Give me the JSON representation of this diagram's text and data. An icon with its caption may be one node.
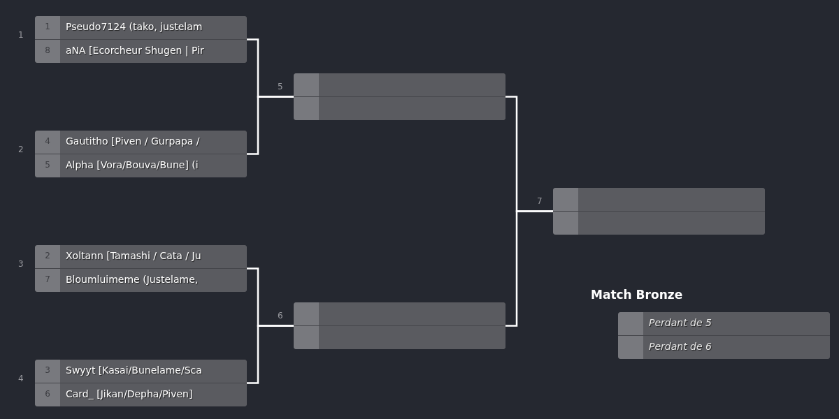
{
  "diagram": {
    "nodes": [
      {
        "text": [],
        "shape": "box",
        "beside": [
          "1"
        ]
      },
      {
        "text": [
          "1",
          "Pseudo7124 (tako, justelam"
        ],
        "in": 0
      },
      {
        "text": [
          "8",
          "aNA [Ecorcheur Shugen | Pir"
        ],
        "in": 0
      },
      {
        "text": [],
        "shape": "box",
        "beside": [
          "2"
        ]
      },
      {
        "text": [
          "4",
          "Gautitho [Piven / Gurpapa /"
        ],
        "in": 3
      },
      {
        "text": [
          "5",
          "Alpha [Vora/Bouva/Bune] (i"
        ],
        "in": 3
      },
      {
        "text": [],
        "shape": "box",
        "beside": [
          "3"
        ]
      },
      {
        "text": [
          "2",
          "Xoltann [Tamashi / Cata / Ju"
        ],
        "in": 6
      },
      {
        "text": [
          "7",
          "Bloumluimeme (Justelame,"
        ],
        "in": 6
      },
      {
        "text": [],
        "shape": "box",
        "beside": [
          "4"
        ]
      },
      {
        "text": [
          "3",
          "Swyyt [Kasai/Bunelame/Sca"
        ],
        "in": 9
      },
      {
        "text": [
          "6",
          "Card_ [Jikan/Depha/Piven]"
        ],
        "in": 9
      },
      {
        "text": [],
        "shape": "box",
        "beside": [
          "5"
        ]
      },
      {
        "text": [],
        "shape": "box",
        "in": 12
      },
      {
        "text": [],
        "shape": "box",
        "in": 12
      },
      {
        "text": [],
        "shape": "box",
        "beside": [
          "6"
        ]
      },
      {
        "text": [],
        "shape": "box",
        "in": 15
      },
      {
        "text": [],
        "shape": "box",
        "in": 15
      },
      {
        "text": [],
        "shape": "box",
        "beside": [
          "7"
        ]
      },
      {
        "text": [],
        "shape": "box",
        "in": 18
      },
      {
        "text": [],
        "shape": "box",
        "in": 18
      },
      {
        "text": [
          "Match Bronze"
        ]
      },
      {
        "text": [
          "Perdant de 5"
        ],
        "in": 21
      },
      {
        "text": [
          "Perdant de 6"
        ],
        "in": 21
      }
    ],
    "edges": [
      {
        "from": 0,
        "to": 12,
        "arrow": "none"
      },
      {
        "from": 3,
        "to": 12,
        "arrow": "none"
      },
      {
        "from": 6,
        "to": 15,
        "arrow": "none"
      },
      {
        "from": 9,
        "to": 15,
        "arrow": "none"
      },
      {
        "from": 12,
        "to": 18,
        "arrow": "none"
      },
      {
        "from": 15,
        "to": 18,
        "arrow": "none"
      }
    ]
  }
}
